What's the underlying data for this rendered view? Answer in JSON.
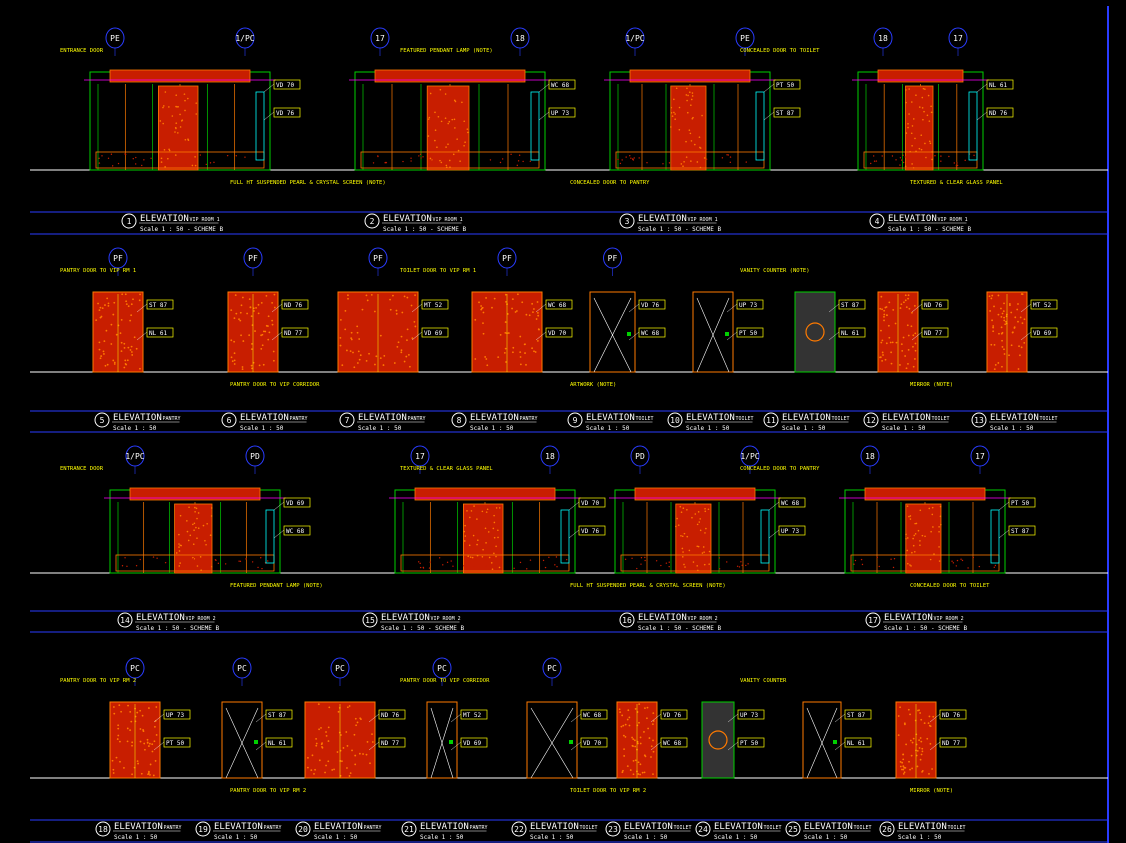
{
  "colors": {
    "background": "#000000",
    "frame_line": "#2a3cff",
    "ground_line": "#ffffff",
    "tag_yellow": "#ffff00",
    "fill_red": "#c81e00",
    "fill_orange": "#ff7a00",
    "green": "#00d000",
    "cyan": "#00ffff",
    "magenta": "#ff00ff",
    "white": "#ffffff"
  },
  "rows": [
    {
      "titles": [
        {
          "num": "1",
          "main": "ELEVATION",
          "sub": "VIP ROOM 1",
          "scale": "Scale 1 : 50  - SCHEME B"
        },
        {
          "num": "2",
          "main": "ELEVATION",
          "sub": "VIP ROOM 1",
          "scale": "Scale 1 : 50  - SCHEME B"
        },
        {
          "num": "3",
          "main": "ELEVATION",
          "sub": "VIP ROOM 1",
          "scale": "Scale 1 : 50  - SCHEME B"
        },
        {
          "num": "4",
          "main": "ELEVATION",
          "sub": "VIP ROOM 1",
          "scale": "Scale 1 : 50  - SCHEME B"
        }
      ],
      "bubbles": [
        "PE",
        "1/PC",
        "17",
        "18",
        "1/PC",
        "PE",
        "18",
        "17"
      ],
      "notes": [
        "ENTRANCE DOOR",
        "FULL HT SUSPENDED PEARL & CRYSTAL SCREEN (NOTE)",
        "FEATURED PENDANT LAMP (NOTE)",
        "CONCEALED DOOR TO PANTRY",
        "CONCEALED DOOR TO TOILET",
        "TEXTURED & CLEAR GLASS PANEL"
      ]
    },
    {
      "titles": [
        {
          "num": "5",
          "main": "ELEVATION",
          "sub": "PANTRY",
          "scale": "Scale 1 : 50"
        },
        {
          "num": "6",
          "main": "ELEVATION",
          "sub": "PANTRY",
          "scale": "Scale 1 : 50"
        },
        {
          "num": "7",
          "main": "ELEVATION",
          "sub": "PANTRY",
          "scale": "Scale 1 : 50"
        },
        {
          "num": "8",
          "main": "ELEVATION",
          "sub": "PANTRY",
          "scale": "Scale 1 : 50"
        },
        {
          "num": "9",
          "main": "ELEVATION",
          "sub": "TOILET",
          "scale": "Scale 1 : 50"
        },
        {
          "num": "10",
          "main": "ELEVATION",
          "sub": "TOILET",
          "scale": "Scale 1 : 50"
        },
        {
          "num": "11",
          "main": "ELEVATION",
          "sub": "TOILET",
          "scale": "Scale 1 : 50"
        },
        {
          "num": "12",
          "main": "ELEVATION",
          "sub": "TOILET",
          "scale": "Scale 1 : 50"
        },
        {
          "num": "13",
          "main": "ELEVATION",
          "sub": "TOILET",
          "scale": "Scale 1 : 50"
        }
      ],
      "bubbles": [
        "PF",
        "PF",
        "PF",
        "PF",
        "PF"
      ],
      "notes": [
        "PANTRY DOOR TO VIP RM 1",
        "PANTRY DOOR TO VIP CORRIDOR",
        "TOILET DOOR TO VIP RM 1",
        "ARTWORK (NOTE)",
        "VANITY COUNTER (NOTE)",
        "MIRROR (NOTE)"
      ]
    },
    {
      "titles": [
        {
          "num": "14",
          "main": "ELEVATION",
          "sub": "VIP ROOM 2",
          "scale": "Scale 1 : 50  - SCHEME B"
        },
        {
          "num": "15",
          "main": "ELEVATION",
          "sub": "VIP ROOM 2",
          "scale": "Scale 1 : 50  - SCHEME B"
        },
        {
          "num": "16",
          "main": "ELEVATION",
          "sub": "VIP ROOM 2",
          "scale": "Scale 1 : 50  - SCHEME B"
        },
        {
          "num": "17",
          "main": "ELEVATION",
          "sub": "VIP ROOM 2",
          "scale": "Scale 1 : 50  - SCHEME B"
        }
      ],
      "bubbles": [
        "1/PC",
        "PD",
        "17",
        "18",
        "PD",
        "1/PC",
        "18",
        "17"
      ],
      "notes": [
        "ENTRANCE DOOR",
        "FEATURED PENDANT LAMP (NOTE)",
        "TEXTURED & CLEAR GLASS PANEL",
        "FULL HT SUSPENDED PEARL & CRYSTAL SCREEN (NOTE)",
        "CONCEALED DOOR TO PANTRY",
        "CONCEALED DOOR TO TOILET"
      ]
    },
    {
      "titles": [
        {
          "num": "18",
          "main": "ELEVATION",
          "sub": "PANTRY",
          "scale": "Scale 1 : 50"
        },
        {
          "num": "19",
          "main": "ELEVATION",
          "sub": "PANTRY",
          "scale": "Scale 1 : 50"
        },
        {
          "num": "20",
          "main": "ELEVATION",
          "sub": "PANTRY",
          "scale": "Scale 1 : 50"
        },
        {
          "num": "21",
          "main": "ELEVATION",
          "sub": "PANTRY",
          "scale": "Scale 1 : 50"
        },
        {
          "num": "22",
          "main": "ELEVATION",
          "sub": "TOILET",
          "scale": "Scale 1 : 50"
        },
        {
          "num": "23",
          "main": "ELEVATION",
          "sub": "TOILET",
          "scale": "Scale 1 : 50"
        },
        {
          "num": "24",
          "main": "ELEVATION",
          "sub": "TOILET",
          "scale": "Scale 1 : 50"
        },
        {
          "num": "25",
          "main": "ELEVATION",
          "sub": "TOILET",
          "scale": "Scale 1 : 50"
        },
        {
          "num": "26",
          "main": "ELEVATION",
          "sub": "TOILET",
          "scale": "Scale 1 : 50"
        }
      ],
      "bubbles": [
        "PC",
        "PC",
        "PC",
        "PC",
        "PC"
      ],
      "notes": [
        "PANTRY DOOR TO VIP RM 2",
        "PANTRY DOOR TO VIP RM 2",
        "PANTRY DOOR TO VIP CORRIDOR",
        "TOILET DOOR TO VIP RM 2",
        "VANITY COUNTER",
        "MIRROR (NOTE)"
      ]
    }
  ],
  "tags": [
    "VD 70",
    "VD 76",
    "WC 68",
    "UP 73",
    "PT 50",
    "ST 87",
    "NL 61",
    "ND 76",
    "ND 77",
    "MT 52",
    "VD 69",
    "WC 68"
  ]
}
